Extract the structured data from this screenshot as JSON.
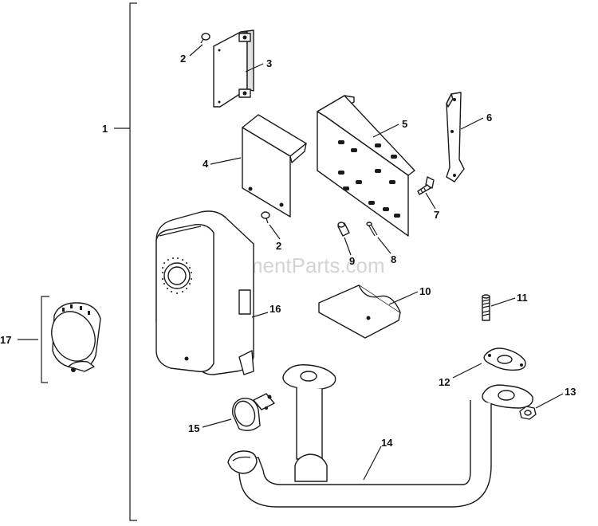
{
  "watermark": "eReplacementParts.com",
  "callouts": {
    "c1": "1",
    "c2a": "2",
    "c2b": "2",
    "c3": "3",
    "c4": "4",
    "c5": "5",
    "c6": "6",
    "c7": "7",
    "c8": "8",
    "c9": "9",
    "c10": "10",
    "c11": "11",
    "c12": "12",
    "c13": "13",
    "c14": "14",
    "c15": "15",
    "c16": "16",
    "c17": "17"
  }
}
